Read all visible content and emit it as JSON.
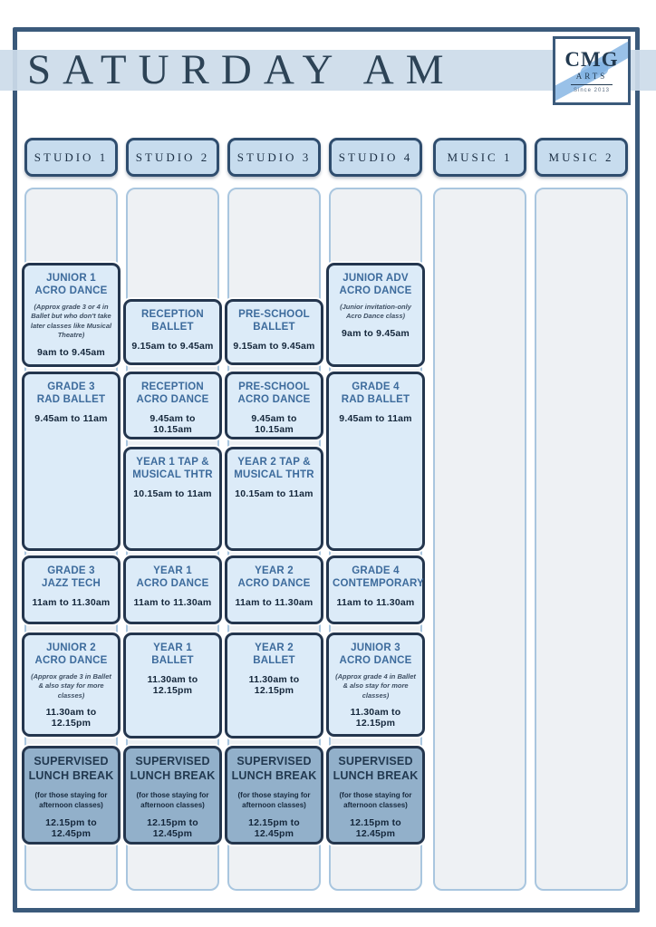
{
  "page_title": "SATURDAY AM",
  "logo": {
    "name": "CMG",
    "word": "ARTS",
    "since": "Since 2013"
  },
  "colors": {
    "page_border": "#3b5a7b",
    "title_band": "#ccdbe9",
    "header_fill": "#c7dcee",
    "track_fill": "#eef1f4",
    "class_cell_fill": "#dcebf8",
    "lunch_cell_fill": "#92b0ca",
    "cell_border": "#24364e",
    "class_title_blue": "#3d6b9c",
    "text_navy": "#14263a"
  },
  "columns": [
    {
      "header": "STUDIO 1",
      "cells": [
        {
          "title_lines": [
            "JUNIOR 1",
            "ACRO DANCE"
          ],
          "note": "(Approx grade 3 or 4 in Ballet but who don't take later classes like Musical Theatre)",
          "time": "9am to 9.45am"
        },
        {
          "title_lines": [
            "GRADE 3",
            "RAD BALLET"
          ],
          "time": "9.45am to 11am"
        },
        {
          "title_lines": [
            "GRADE 3",
            "JAZZ TECH"
          ],
          "time": "11am to 11.30am"
        },
        {
          "title_lines": [
            "JUNIOR 2",
            "ACRO DANCE"
          ],
          "note": "(Approx grade 3 in Ballet & also stay for more classes)",
          "time": "11.30am to 12.15pm"
        },
        {
          "title_lines": [
            "SUPERVISED",
            "LUNCH BREAK"
          ],
          "note": "(for those staying for afternoon classes)",
          "time": "12.15pm to 12.45pm",
          "lunch": true
        }
      ]
    },
    {
      "header": "STUDIO 2",
      "cells": [
        {
          "title_lines": [
            "RECEPTION",
            "BALLET"
          ],
          "time": "9.15am to 9.45am"
        },
        {
          "title_lines": [
            "RECEPTION",
            "ACRO DANCE"
          ],
          "time": "9.45am to 10.15am"
        },
        {
          "title_lines": [
            "YEAR 1 TAP &",
            "MUSICAL THTR"
          ],
          "time": "10.15am to 11am"
        },
        {
          "title_lines": [
            "YEAR 1",
            "ACRO DANCE"
          ],
          "time": "11am to 11.30am"
        },
        {
          "title_lines": [
            "YEAR 1",
            "BALLET"
          ],
          "time": "11.30am to 12.15pm"
        },
        {
          "title_lines": [
            "SUPERVISED",
            "LUNCH BREAK"
          ],
          "note": "(for those staying for afternoon classes)",
          "time": "12.15pm to 12.45pm",
          "lunch": true
        }
      ]
    },
    {
      "header": "STUDIO 3",
      "cells": [
        {
          "title_lines": [
            "PRE-SCHOOL",
            "BALLET"
          ],
          "time": "9.15am to 9.45am"
        },
        {
          "title_lines": [
            "PRE-SCHOOL",
            "ACRO DANCE"
          ],
          "time": "9.45am to 10.15am"
        },
        {
          "title_lines": [
            "YEAR 2 TAP &",
            "MUSICAL THTR"
          ],
          "time": "10.15am to 11am"
        },
        {
          "title_lines": [
            "YEAR 2",
            "ACRO DANCE"
          ],
          "time": "11am to 11.30am"
        },
        {
          "title_lines": [
            "YEAR 2",
            "BALLET"
          ],
          "time": "11.30am to 12.15pm"
        },
        {
          "title_lines": [
            "SUPERVISED",
            "LUNCH BREAK"
          ],
          "note": "(for those staying for afternoon classes)",
          "time": "12.15pm to 12.45pm",
          "lunch": true
        }
      ]
    },
    {
      "header": "STUDIO 4",
      "cells": [
        {
          "title_lines": [
            "JUNIOR ADV",
            "ACRO DANCE"
          ],
          "note": "(Junior invitation-only Acro Dance class)",
          "time": "9am to 9.45am"
        },
        {
          "title_lines": [
            "GRADE 4",
            "RAD BALLET"
          ],
          "time": "9.45am to 11am"
        },
        {
          "title_lines": [
            "GRADE 4",
            "CONTEMPORARY"
          ],
          "time": "11am to 11.30am"
        },
        {
          "title_lines": [
            "JUNIOR 3",
            "ACRO DANCE"
          ],
          "note": "(Approx grade 4 in Ballet & also stay for more classes)",
          "time": "11.30am to 12.15pm"
        },
        {
          "title_lines": [
            "SUPERVISED",
            "LUNCH BREAK"
          ],
          "note": "(for those staying for afternoon classes)",
          "time": "12.15pm to 12.45pm",
          "lunch": true
        }
      ]
    },
    {
      "header": "MUSIC 1",
      "cells": []
    },
    {
      "header": "MUSIC 2",
      "cells": []
    }
  ]
}
